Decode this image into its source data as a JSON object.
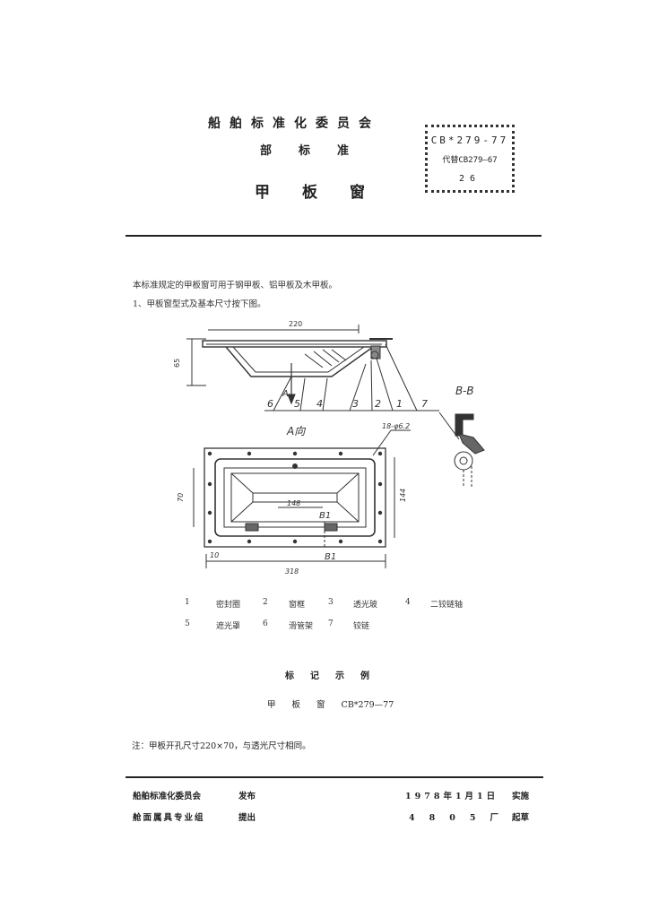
{
  "header": {
    "organization": "船舶标准化委员会",
    "department": "部标准",
    "title": "甲板窗",
    "standard_code": "CB*279-77",
    "replaces": "代替CB279—67",
    "page_number": "26"
  },
  "body": {
    "intro": "本标准规定的甲板窗可用于钢甲板、铝甲板及木甲板。",
    "item1": "1、甲板窗型式及基本尺寸按下图。"
  },
  "drawing": {
    "dim_width_top": "220",
    "dim_height_left": "65",
    "view_a_label": "A向",
    "section_label": "B-B",
    "arrow_label": "A",
    "balloons": [
      "6",
      "5",
      "4",
      "3",
      "2",
      "1",
      "7"
    ],
    "hole_note": "18-φ6.2",
    "dim_inner_w": "148",
    "dim_left": "70",
    "dim_right": "144",
    "section_mark": "B1",
    "dim_bottom_left": "10",
    "dim_bottom": "318"
  },
  "legend": [
    {
      "num": "1",
      "text": "密封圈"
    },
    {
      "num": "2",
      "text": "窗框"
    },
    {
      "num": "3",
      "text": "透光玻"
    },
    {
      "num": "4",
      "text": "二铰链轴"
    },
    {
      "num": "5",
      "text": "遮光罩"
    },
    {
      "num": "6",
      "text": "滑管架"
    },
    {
      "num": "7",
      "text": "铰链"
    }
  ],
  "example": {
    "title": "标记示例",
    "name_1": "甲",
    "name_2": "板",
    "name_3": "窗",
    "code": "CB*279—77"
  },
  "note": "注：甲板开孔尺寸220×70，与透光尺寸相同。",
  "footer": {
    "issuer": "船舶标准化委员会",
    "issue_verb": "发布",
    "date": "1978年1月1日",
    "effective": "实施",
    "drafter": "舱面属具专业组",
    "propose_verb": "提出",
    "factory": "4805厂",
    "draft_verb": "起草"
  }
}
